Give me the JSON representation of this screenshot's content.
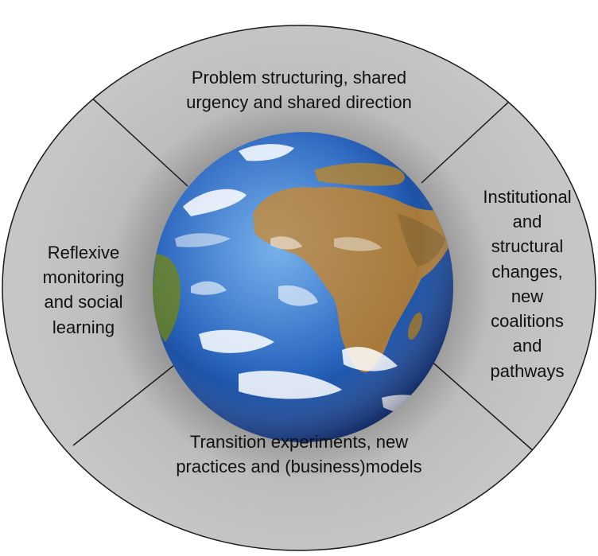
{
  "diagram": {
    "segments": [
      {
        "id": "top",
        "label": "Problem structuring, shared\nurgency and shared direction"
      },
      {
        "id": "right",
        "label": "Institutional\nand\nstructural\nchanges,\nnew\ncoalitions\nand\npathways"
      },
      {
        "id": "bottom",
        "label": "Transition experiments, new\npractices and (business)models"
      },
      {
        "id": "left",
        "label": "Reflexive\nmonitoring\nand social\nlearning"
      }
    ],
    "center_image": "earth-globe",
    "colors": {
      "segment_fill": "#c2c2c2",
      "segment_shadow": "#8a8a8a",
      "outline": "#1a1a1a",
      "ocean_dark": "#0b2f7a",
      "ocean_light": "#3f86d8",
      "land": "#a67a3c",
      "cloud": "#ffffff"
    }
  }
}
